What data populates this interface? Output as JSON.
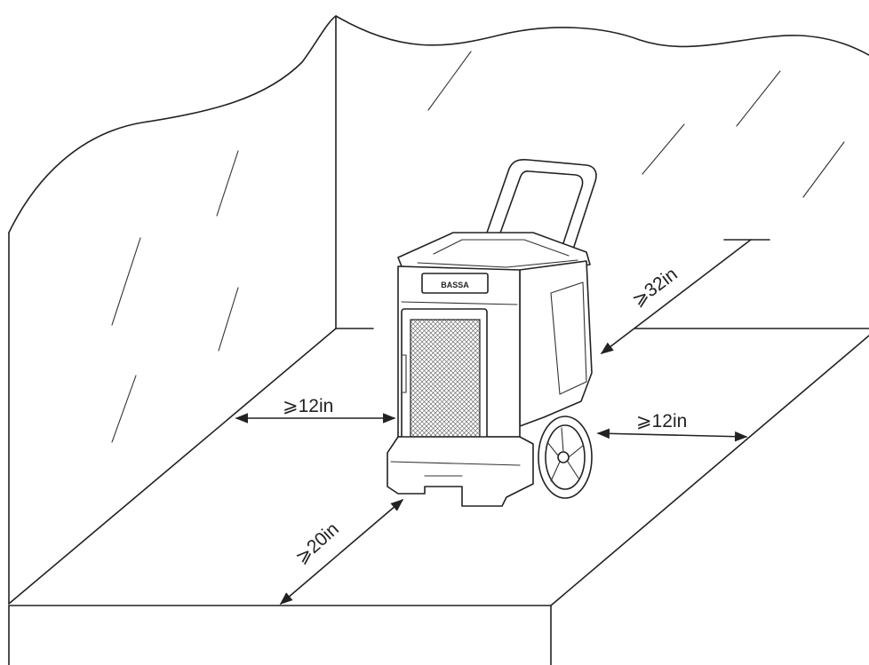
{
  "clearances": {
    "left": "⩾12in",
    "right": "⩾12in",
    "front": "⩾20in",
    "back": "⩾32in"
  },
  "device": {
    "logo_text": "BASSA"
  },
  "colors": {
    "line": "#222222",
    "background": "#ffffff"
  }
}
